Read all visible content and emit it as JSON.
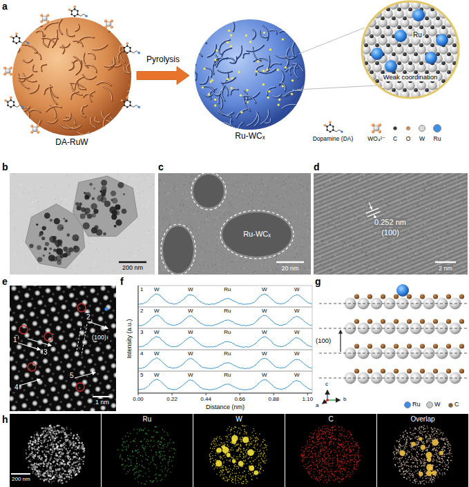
{
  "diagram": {
    "nodes": [
      {
        "text": [
          "DA-RuW"
        ]
      },
      {
        "text": [
          "Ru-WCₓ"
        ]
      }
    ],
    "edges": [
      {
        "from": 0,
        "to": 1,
        "arrow": "to",
        "label": "Pyrolysis"
      }
    ],
    "labels": [
      "a",
      "Ru",
      "Weak coordination",
      "b",
      "200 nm",
      "c",
      "Ru-WCₓ",
      "20 nm",
      "d",
      "0.252 nm",
      "(100)",
      "2 nm",
      "e",
      "1",
      "2",
      "3",
      "4",
      "5",
      "(100)",
      "1 nm",
      "f",
      "Intensity (a.u.)",
      "0.00",
      "0.22",
      "0.44",
      "0.66",
      "0.88",
      "1.10",
      "Distance (nm)",
      "1",
      "W",
      "W",
      "Ru",
      "W",
      "W",
      "2",
      "W",
      "W",
      "Ru",
      "W",
      "W",
      "3",
      "W",
      "W",
      "Ru",
      "W",
      "W",
      "4",
      "W",
      "W",
      "Ru",
      "W",
      "W",
      "5",
      "W",
      "W",
      "Ru",
      "W",
      "W",
      "g",
      "(100)",
      "a",
      "b",
      "c",
      "h",
      "200 nm",
      "Ru",
      "W",
      "C",
      "Overlap"
    ],
    "legend": [
      {
        "text": "Dopamine (DA)"
      },
      {
        "text": "WO₄²⁻"
      },
      {
        "text": "C",
        "color": "#2b2b2b"
      },
      {
        "text": "O",
        "color": "#f08a3c"
      },
      {
        "text": "W",
        "color": "#d9d9d9"
      },
      {
        "text": "Ru",
        "color": "#3b8fe8"
      },
      {
        "text": "Ru",
        "color": "#3b8fe8"
      },
      {
        "text": "W",
        "color": "#c9c9c9"
      },
      {
        "text": "C",
        "color": "#8b5a2b"
      }
    ]
  }
}
